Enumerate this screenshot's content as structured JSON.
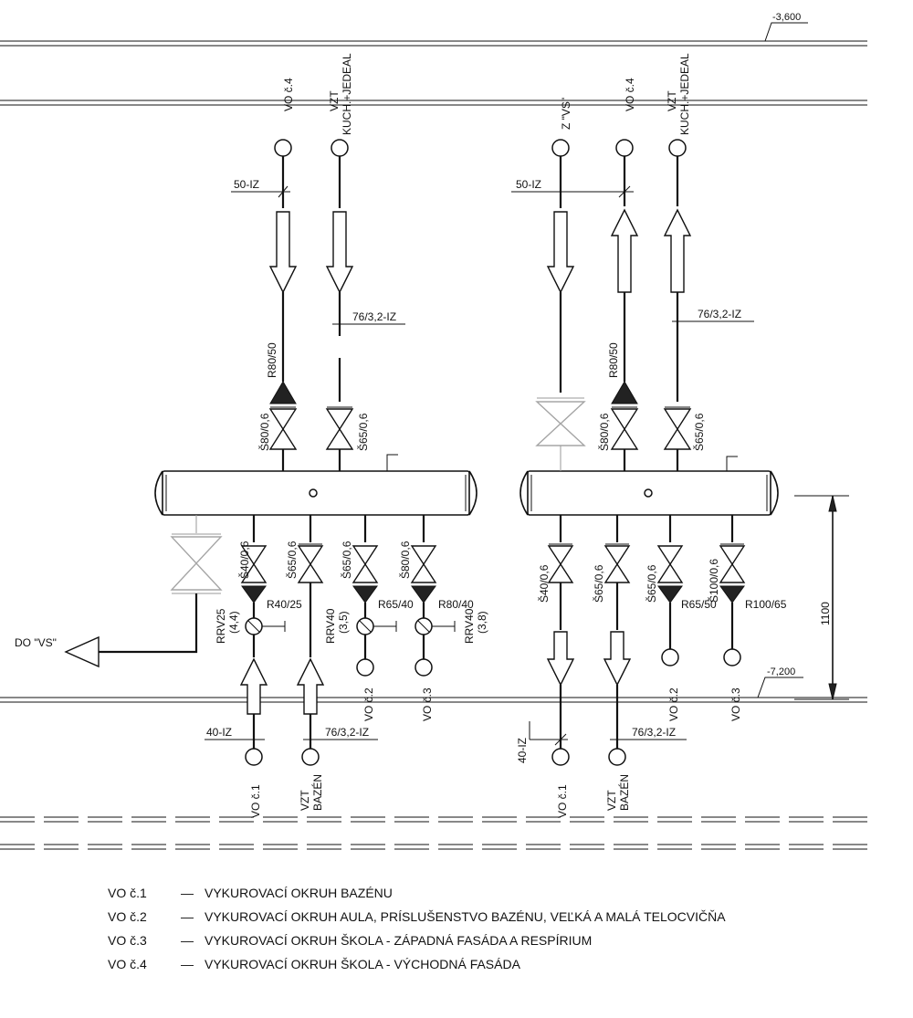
{
  "levels": {
    "top": "-3,600",
    "bottom": "-7,200"
  },
  "dimension": {
    "label": "1100"
  },
  "left_system": {
    "top_circuits": [
      {
        "name": "VO č.4",
        "sub": ""
      },
      {
        "name": "VZT",
        "sub": "KUCH.+JEDEAL"
      }
    ],
    "insulation_top": [
      "50-IZ",
      "76/3,2-IZ"
    ],
    "reducer": "R80/50",
    "valves_top": [
      "Š80/0,6",
      "Š65/0,6"
    ],
    "bottom_valves": [
      "Š40/0,6",
      "Š65/0,6",
      "Š65/0,6",
      "Š80/0,6"
    ],
    "bottom_reducers": [
      "R40/25",
      "R65/40",
      "R80/40"
    ],
    "control_valves": [
      {
        "name": "RRV25",
        "value": "(4,4)"
      },
      {
        "name": "RRV40",
        "value": "(3,5)"
      },
      {
        "name": "RRV40",
        "value": "(3,8)"
      }
    ],
    "to_vs": "DO \"VS\"",
    "mid_circuits": [
      "VO č.2",
      "VO č.3"
    ],
    "insulation_bottom": [
      "40-IZ",
      "76/3,2-IZ"
    ],
    "bottom_circuits": [
      {
        "name": "VO č.1",
        "sub": ""
      },
      {
        "name": "VZT",
        "sub": "BAZÉN"
      }
    ]
  },
  "right_system": {
    "top_circuits": [
      {
        "name": "Z \"VS\"",
        "sub": ""
      },
      {
        "name": "VO č.4",
        "sub": ""
      },
      {
        "name": "VZT",
        "sub": "KUCH.+JEDEAL"
      }
    ],
    "insulation_top": [
      "50-IZ",
      "76/3,2-IZ"
    ],
    "reducer": "R80/50",
    "valves_top": [
      "Š80/0,6",
      "Š65/0,6"
    ],
    "bottom_valves": [
      "Š40/0,6",
      "Š65/0,6",
      "Š65/0,6",
      "Š100/0,6"
    ],
    "bottom_reducers": [
      "R65/50",
      "R100/65"
    ],
    "mid_circuits": [
      "VO č.2",
      "VO č.3"
    ],
    "insulation_bottom": [
      "40-IZ",
      "76/3,2-IZ"
    ],
    "bottom_circuits": [
      {
        "name": "VO č.1",
        "sub": ""
      },
      {
        "name": "VZT",
        "sub": "BAZÉN"
      }
    ]
  },
  "legend": [
    {
      "code": "VO č.1",
      "dash": "—",
      "text": "VYKUROVACÍ OKRUH BAZÉNU"
    },
    {
      "code": "VO č.2",
      "dash": "—",
      "text": "VYKUROVACÍ OKRUH AULA, PRÍSLUŠENSTVO BAZÉNU, VEĽKÁ A MALÁ TELOCVIČŇA"
    },
    {
      "code": "VO č.3",
      "dash": "—",
      "text": "VYKUROVACÍ OKRUH ŠKOLA - ZÁPADNÁ FASÁDA A RESPÍRIUM"
    },
    {
      "code": "VO č.4",
      "dash": "—",
      "text": "VYKUROVACÍ OKRUH ŠKOLA - VÝCHODNÁ FASÁDA"
    }
  ]
}
